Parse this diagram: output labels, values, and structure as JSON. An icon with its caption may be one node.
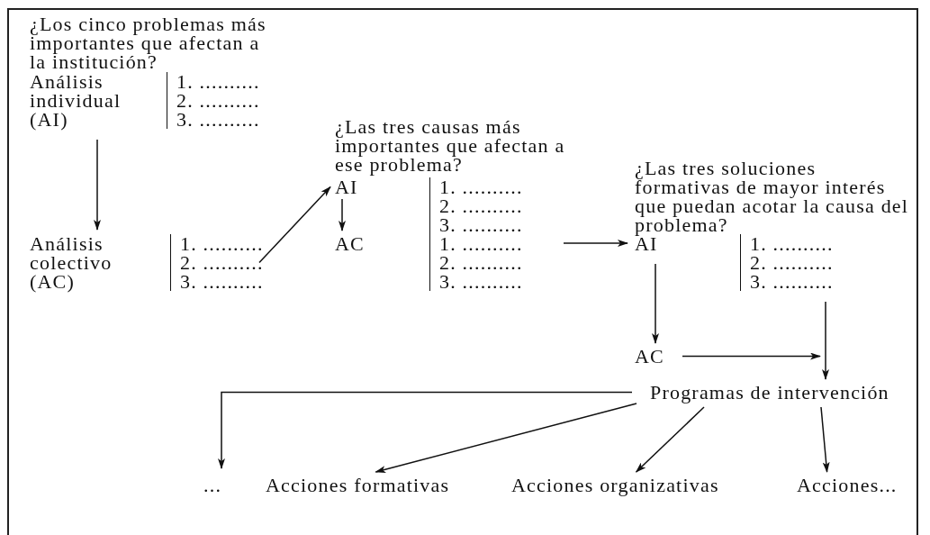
{
  "diagram": {
    "nodes": [
      {
        "text": [
          "Análisis individual (AI)"
        ]
      },
      {
        "text": [
          "1. ..........",
          "2. ..........",
          "3. .........."
        ]
      },
      {
        "text": [
          "Análisis colectivo (AC)"
        ]
      },
      {
        "text": [
          "1. ..........",
          "2. ..........",
          "3. .........."
        ]
      },
      {
        "text": [
          "AI"
        ]
      },
      {
        "text": [
          "AC"
        ]
      },
      {
        "text": [
          "1. ..........",
          "2. ..........",
          "3. ..........",
          "1. ..........",
          "2. ..........",
          "3. .........."
        ]
      },
      {
        "text": [
          "AI"
        ]
      },
      {
        "text": [
          "AC"
        ]
      },
      {
        "text": [
          "1. ..........",
          "2. ..........",
          "3. .........."
        ]
      },
      {
        "text": [
          "Programas de intervención"
        ]
      },
      {
        "text": [
          "..."
        ]
      },
      {
        "text": [
          "Acciones formativas"
        ]
      },
      {
        "text": [
          "Acciones organizativas"
        ]
      },
      {
        "text": [
          "Acciones..."
        ]
      }
    ],
    "edges": [
      {
        "from": 0,
        "to": 2,
        "arrow": "to"
      },
      {
        "from": 3,
        "to": 4,
        "arrow": "to"
      },
      {
        "from": 4,
        "to": 5,
        "arrow": "to"
      },
      {
        "from": 6,
        "to": 7,
        "arrow": "to"
      },
      {
        "from": 7,
        "to": 8,
        "arrow": "to"
      },
      {
        "from": 8,
        "to": 10,
        "arrow": "to"
      },
      {
        "from": 9,
        "to": 10,
        "arrow": "to"
      },
      {
        "from": 10,
        "to": 11,
        "arrow": "to"
      },
      {
        "from": 10,
        "to": 12,
        "arrow": "to"
      },
      {
        "from": 10,
        "to": 13,
        "arrow": "to"
      },
      {
        "from": 10,
        "to": 14,
        "arrow": "to"
      }
    ],
    "labels": [
      "¿Los cinco problemas más importantes que afectan a la institución?",
      "¿Las tres causas más importantes que afectan a ese problema?",
      "¿Las tres soluciones formativas de mayor interés que puedan acotar la causa del problema?"
    ]
  }
}
